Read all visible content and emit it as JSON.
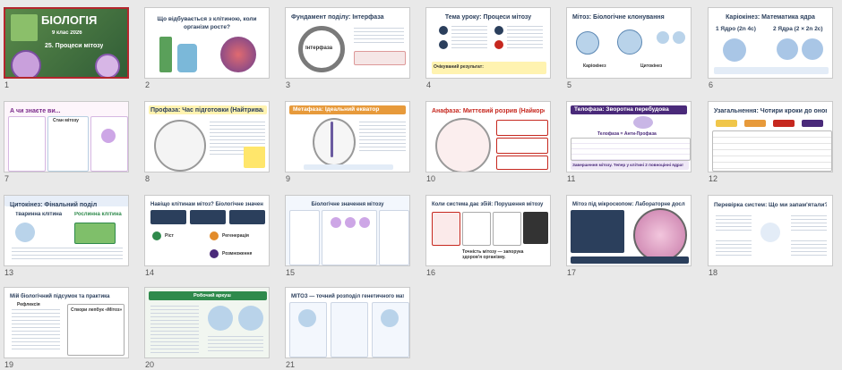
{
  "slides": [
    {
      "n": "1",
      "title": "БІОЛОГІЯ",
      "sub": "9 клас 2026",
      "extra": "25. Процеси мітозу"
    },
    {
      "n": "2",
      "title": "Що відбувається з клітиною, коли організм росте?"
    },
    {
      "n": "3",
      "title": "Фундамент поділу: Інтерфаза",
      "label": "Інтерфаза"
    },
    {
      "n": "4",
      "title": "Тема уроку: Процеси мітозу",
      "sub": "Очікуваний результат:"
    },
    {
      "n": "5",
      "title": "Мітоз: Біологічне клонування",
      "label": "Каріокінез",
      "extra": "Цитокінез"
    },
    {
      "n": "6",
      "title": "Каріокінез: Математика ядра",
      "sub": "1 Ядро (2n 4c)",
      "extra": "2 Ядра (2 × 2n 2c)"
    },
    {
      "n": "7",
      "title": "А чи знаєте ви...",
      "label": "Стан мітозу"
    },
    {
      "n": "8",
      "title": "Профаза: Час підготовки (Найтриваліша фаза)"
    },
    {
      "n": "9",
      "title": "Метафаза: Ідеальний екватор"
    },
    {
      "n": "10",
      "title": "Анафаза: Миттєвий розрив (Найкоротша фаза)"
    },
    {
      "n": "11",
      "title": "Телофаза: Зворотна перебудова",
      "sub": "Телофаза = Анти-Профаза",
      "extra": "Завершення мітозу. Тепер у клітині 2 повноцінні ядра!"
    },
    {
      "n": "12",
      "title": "Узагальнення: Чотири кроки до оновлення"
    },
    {
      "n": "13",
      "title": "Цитокінез: Фінальний поділ",
      "label": "Тваринна клітина",
      "extra": "Рослинна клітина"
    },
    {
      "n": "14",
      "title": "Навіщо клітинам мітоз? Біологічне значення",
      "label": "Ріст",
      "sub": "Регенерація",
      "extra": "Розмноження"
    },
    {
      "n": "15",
      "title": "Біологічне значення мітозу"
    },
    {
      "n": "16",
      "title": "Коли система дає збій: Порушення мітозу",
      "label": "Точність мітозу — запорука здоров'я організму."
    },
    {
      "n": "17",
      "title": "Мітоз під мікроскопом: Лабораторне дослідження"
    },
    {
      "n": "18",
      "title": "Перевірка систем: Що ми запам'ятали?"
    },
    {
      "n": "19",
      "title": "Мій біологічний підсумок та практика",
      "sub": "Рефлексія",
      "extra": "Створи лепбук «Мітоз»"
    },
    {
      "n": "20",
      "title": "Робочий аркуш"
    },
    {
      "n": "21",
      "title": "МІТОЗ — точний розподіл генетичного матеріалу"
    }
  ],
  "colors": {
    "selected": "#b4262d",
    "accent": "#2b3f5c",
    "purple": "#4a2a7a",
    "red": "#c6281f",
    "green": "#2f8a4c",
    "orange": "#e28b2a"
  }
}
